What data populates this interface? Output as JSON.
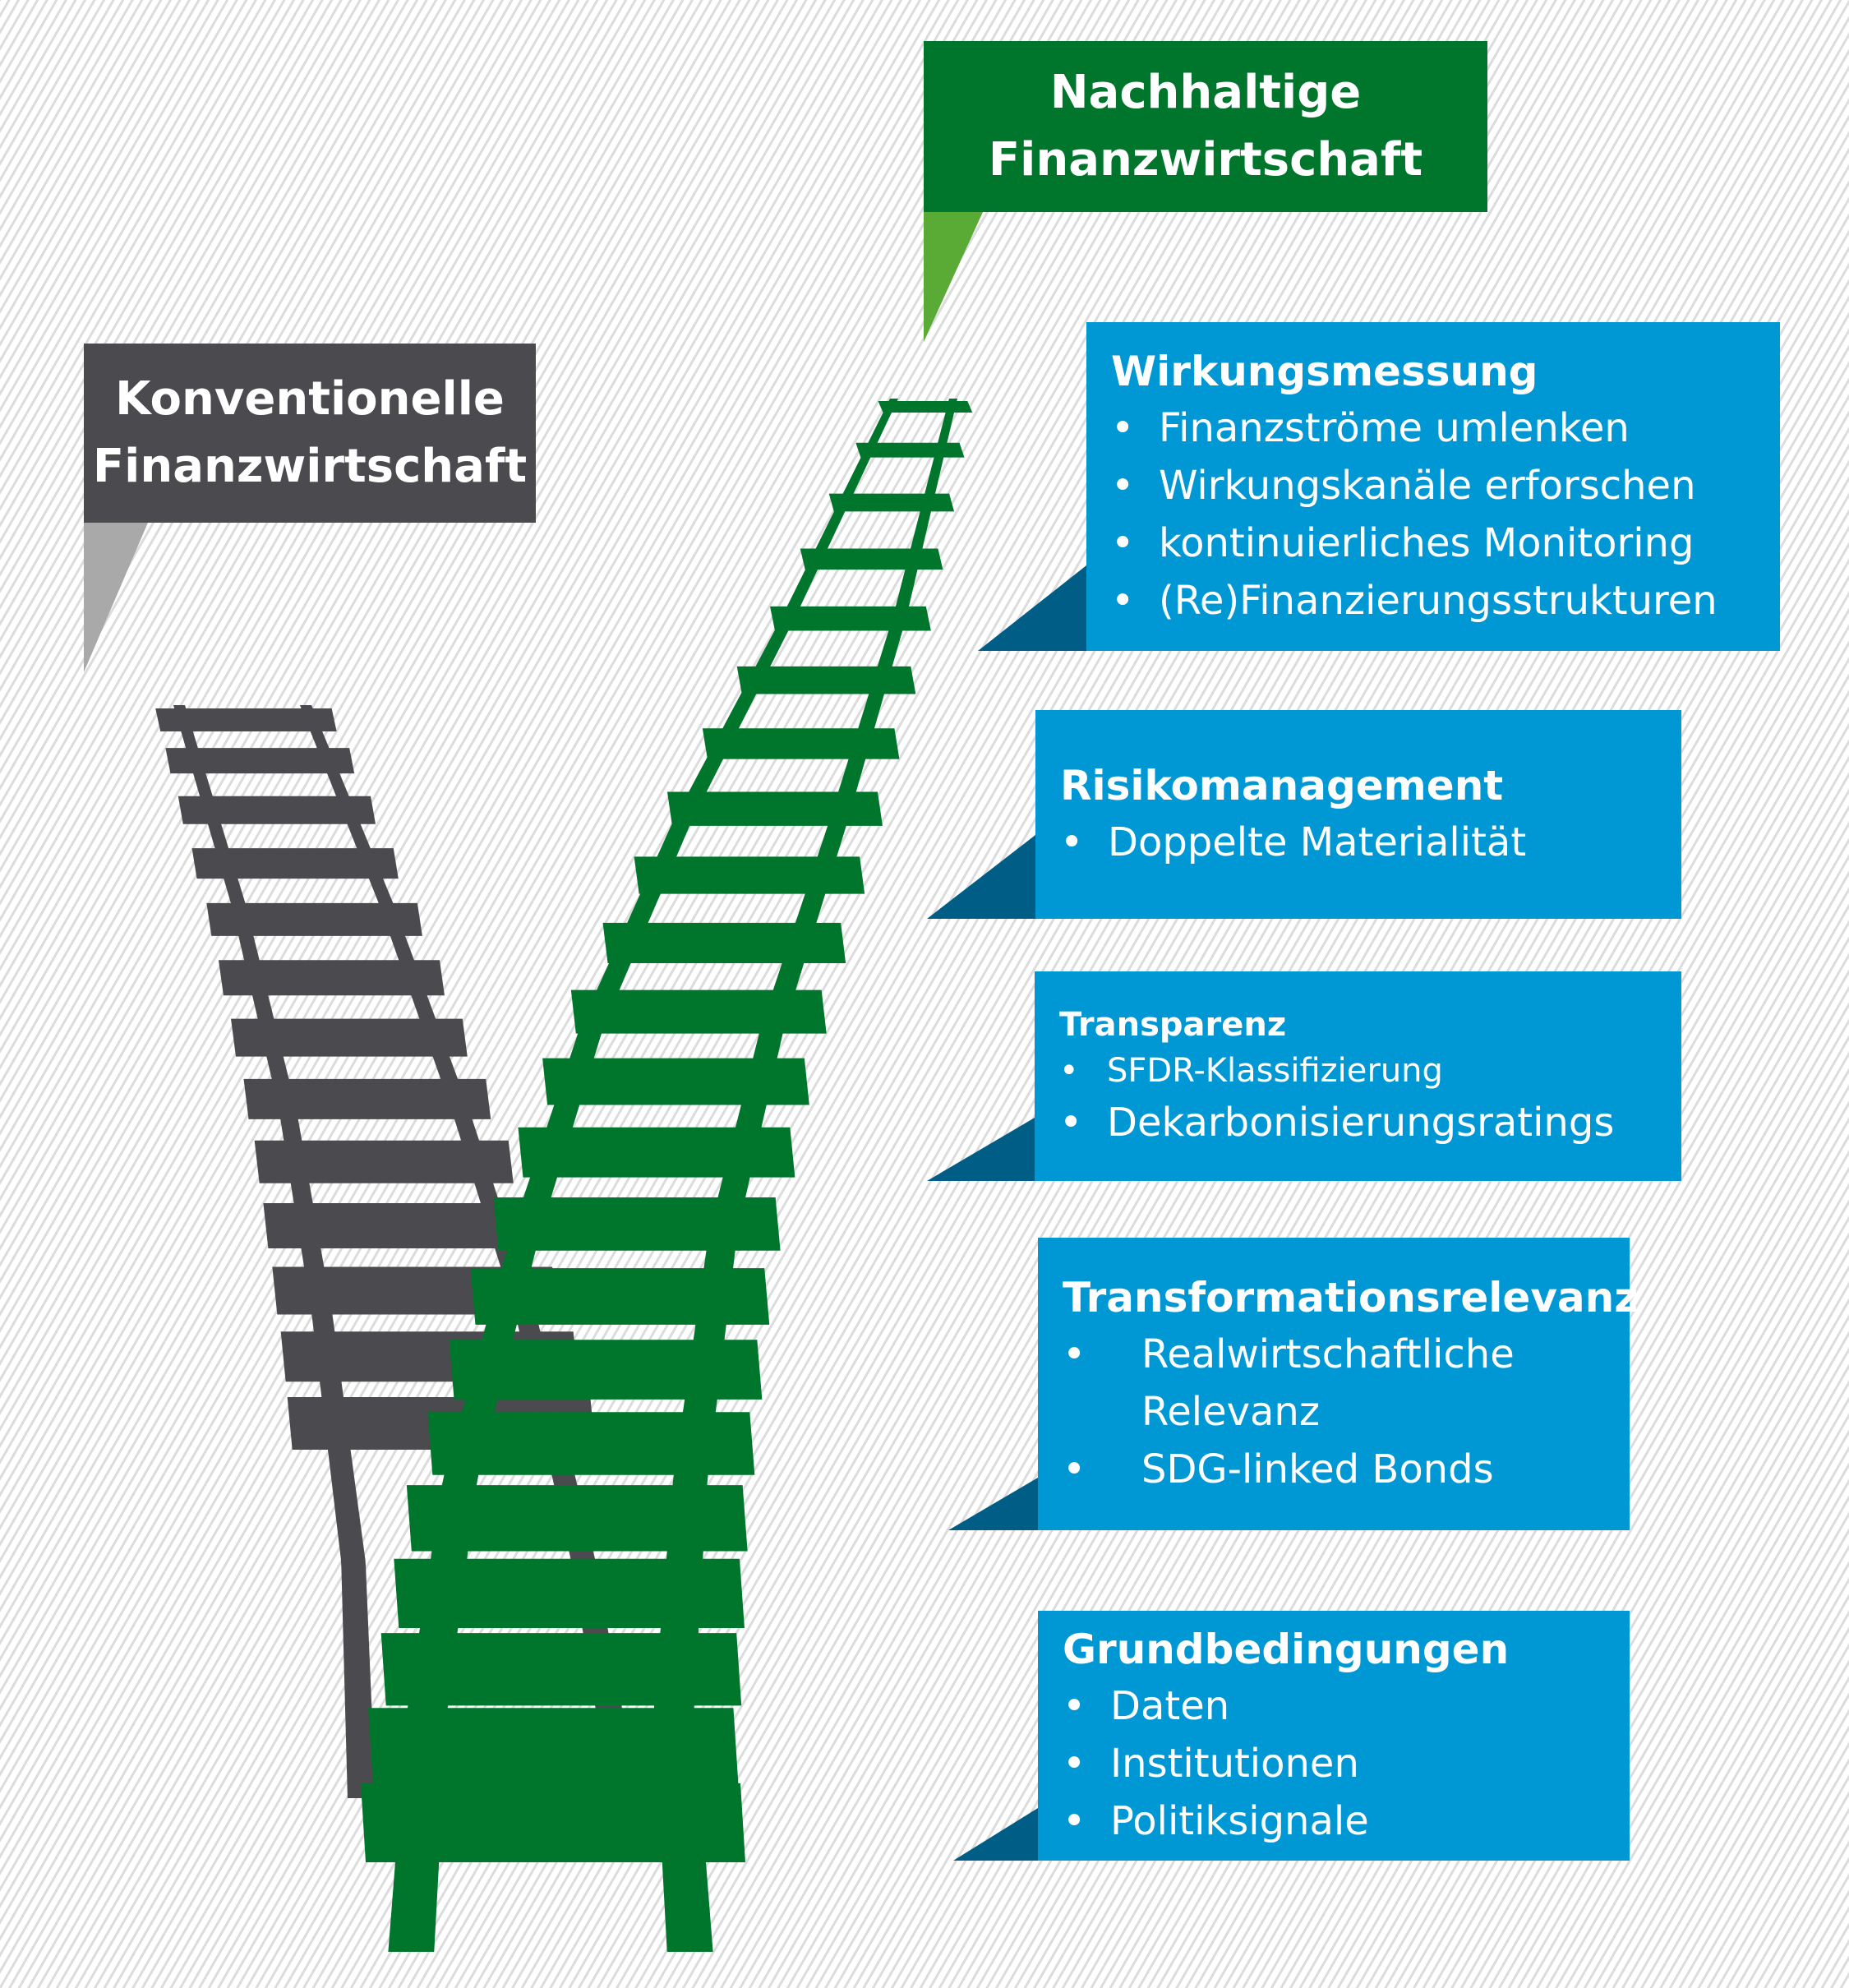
{
  "colors": {
    "conventional": "#4b4a4e",
    "conventional_tail": "#a9a9a9",
    "sustainable": "#00752c",
    "sustainable_tail": "#5aab36",
    "card": "#0098d4",
    "card_tail": "#005e86"
  },
  "conventional": {
    "title_lines": [
      "Konventionelle",
      "Finanzwirtschaft"
    ]
  },
  "sustainable": {
    "title_lines": [
      "Nachhaltige",
      "Finanzwirtschaft"
    ]
  },
  "cards": [
    {
      "title": "Wirkungsmessung",
      "items": [
        "Finanzströme umlenken",
        "Wirkungskanäle erforschen",
        "kontinuierliches Monitoring",
        "(Re)Finanzierungsstrukturen"
      ]
    },
    {
      "title": "Risikomanagement",
      "items": [
        "Doppelte Materialität"
      ]
    },
    {
      "title": "Transparenz",
      "items": [
        "SFDR-Klassifizierung",
        "Dekarbonisierungsratings"
      ]
    },
    {
      "title": "Transformationsrelevanz",
      "items": [
        "Realwirtschaftliche Relevanz",
        "SDG-linked Bonds"
      ]
    },
    {
      "title": "Grundbedingungen",
      "items": [
        "Daten",
        "Institutionen",
        "Politiksignale"
      ]
    }
  ],
  "bullet_glyph": "•"
}
